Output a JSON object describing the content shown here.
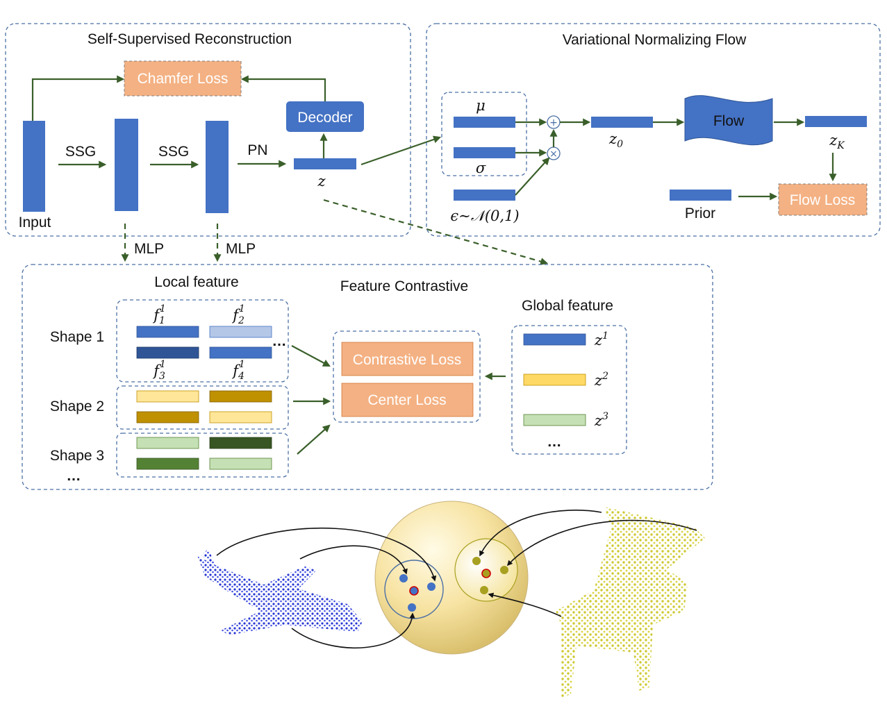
{
  "colors": {
    "block_blue": "#4472c4",
    "loss_orange": "#f4b183",
    "light_blue": "#b4c7e7",
    "dark_blue": "#2f5597",
    "yellow_light": "#ffe699",
    "yellow_dark": "#bf9000",
    "green_light": "#c5e0b4",
    "green_dark": "#375623",
    "green_mid": "#548235",
    "global_yellow": "#ffd966",
    "arrow_green": "#3a5f2a"
  },
  "reconstruction": {
    "title": "Self-Supervised Reconstruction",
    "chamfer_loss": "Chamfer Loss",
    "decoder": "Decoder",
    "ssg1": "SSG",
    "ssg2": "SSG",
    "pn": "PN",
    "z": "z",
    "input": "Input",
    "mlp1": "MLP",
    "mlp2": "MLP"
  },
  "flow": {
    "title": "Variational Normalizing Flow",
    "mu": "μ",
    "sigma": "σ",
    "plus": "+",
    "times": "×",
    "z0": "z",
    "z0_sub": "0",
    "flow_block": "Flow",
    "zK": "z",
    "zK_sub": "K",
    "epsilon": "ϵ∼𝒩(0,1)",
    "prior": "Prior",
    "flow_loss": "Flow Loss"
  },
  "contrastive": {
    "title": "Feature Contrastive",
    "local_feature": "Local feature",
    "global_feature": "Global feature",
    "shapes": [
      "Shape 1",
      "Shape 2",
      "Shape 3"
    ],
    "shapes_more": "…",
    "features": [
      {
        "base": "f",
        "sub": "1",
        "sup": "1"
      },
      {
        "base": "f",
        "sub": "2",
        "sup": "1"
      },
      {
        "base": "f",
        "sub": "3",
        "sup": "1"
      },
      {
        "base": "f",
        "sub": "4",
        "sup": "1"
      }
    ],
    "features_more": "…",
    "contrastive_loss": "Contrastive Loss",
    "center_loss": "Center Loss",
    "globals": [
      {
        "base": "z",
        "sup": "1"
      },
      {
        "base": "z",
        "sup": "2"
      },
      {
        "base": "z",
        "sup": "3"
      }
    ],
    "globals_more": "…"
  }
}
